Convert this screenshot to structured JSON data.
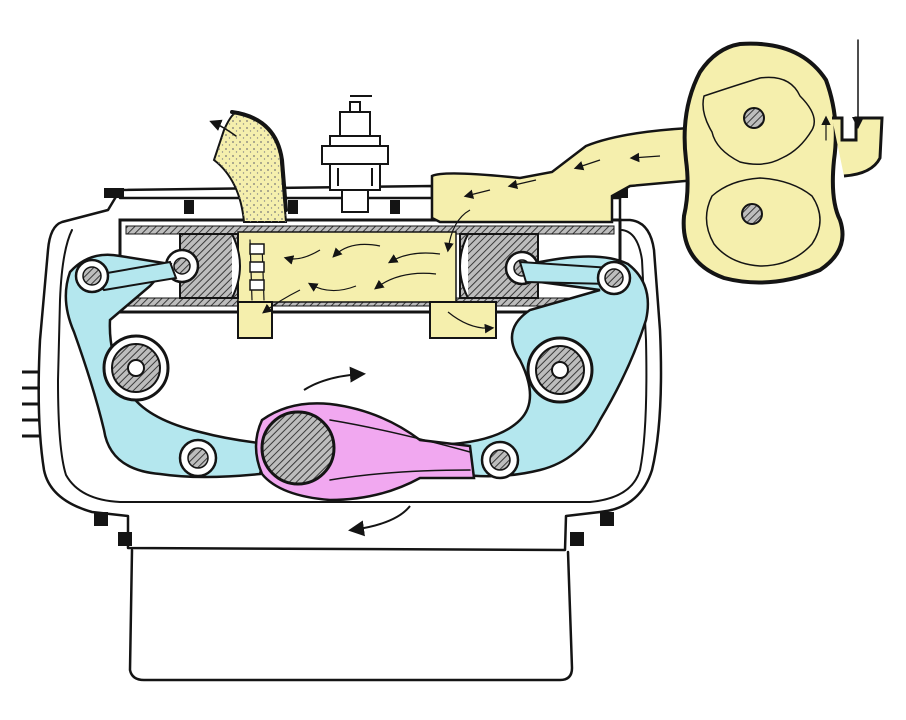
{
  "colors": {
    "background": "#ffffff",
    "outline": "#141414",
    "charge_air": "#f5efad",
    "linkage": "#b4e7ee",
    "crank_rod": "#f1a8f0",
    "bearing_hatch": "#8a8a8a",
    "piston": "#d8d8d8"
  },
  "parts": {
    "engine_block": "engine-block-outline",
    "cylinder": "cylinder",
    "left_piston": "piston",
    "right_piston": "piston",
    "spark_plug": "spark-plug",
    "exhaust_duct": "exhaust-duct",
    "intake_duct": "intake-duct",
    "roots_blower": "roots-blower",
    "left_linkage": "rocker-linkage",
    "right_linkage": "rocker-linkage",
    "crank_rod": "crank-connecting-rod",
    "rotation_arrows": "rotation-direction-arrows"
  }
}
